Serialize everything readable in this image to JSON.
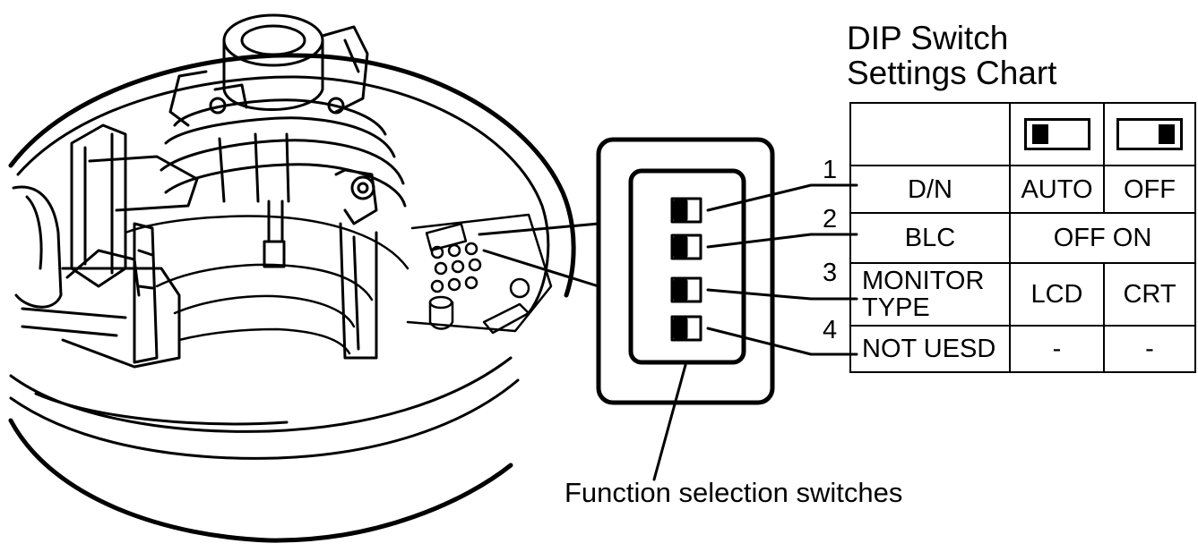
{
  "title_line1": "DIP Switch",
  "title_line2": "Settings Chart",
  "caption": "Function selection switches",
  "switch_numbers": [
    "1",
    "2",
    "3",
    "4"
  ],
  "table": {
    "header_icons": [
      "switch-left-position-icon",
      "switch-right-position-icon"
    ],
    "rows": [
      {
        "name": "D/N",
        "left": "AUTO",
        "right": "OFF"
      },
      {
        "name": "BLC",
        "merged": "OFF ON"
      },
      {
        "name_line1": "MONITOR",
        "name_line2": "TYPE",
        "left": "LCD",
        "right": "CRT"
      },
      {
        "name": "NOT UESD",
        "left": "-",
        "right": "-"
      }
    ]
  },
  "colors": {
    "ink": "#000000",
    "paper": "#ffffff"
  }
}
